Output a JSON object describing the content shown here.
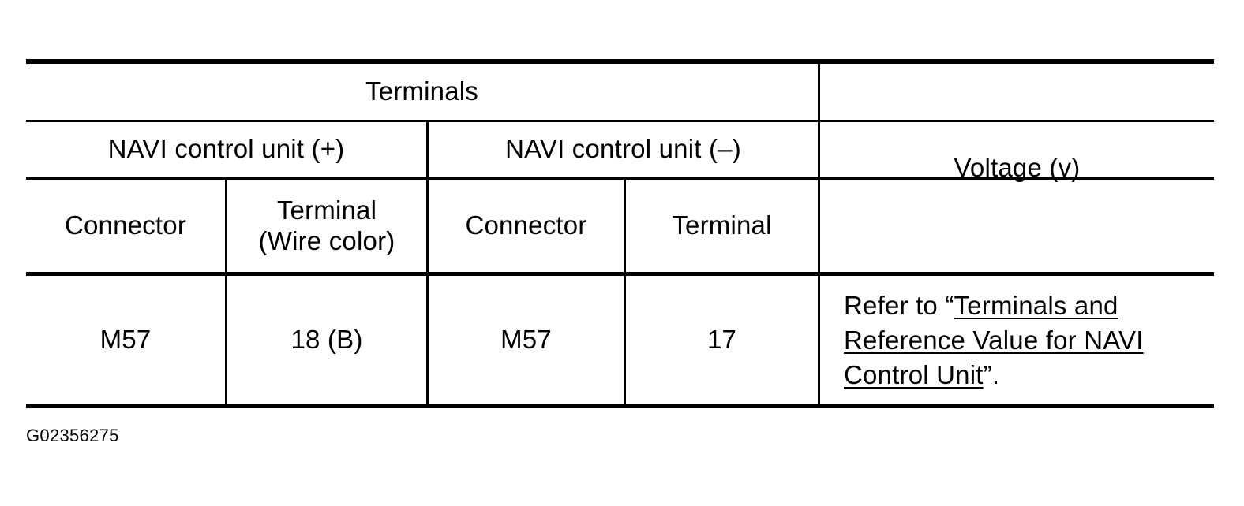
{
  "table": {
    "super_header": {
      "terminals_label": "Terminals",
      "voltage_label": "Voltage (v)"
    },
    "group_headers": [
      {
        "label": "NAVI control unit (+)"
      },
      {
        "label": "NAVI control unit (–)"
      }
    ],
    "column_headers": [
      {
        "label": "Connector"
      },
      {
        "label": "Terminal\n(Wire color)"
      },
      {
        "label": "Connector"
      },
      {
        "label": "Terminal"
      }
    ],
    "rows": [
      {
        "connector_plus": "M57",
        "terminal_plus": "18 (B)",
        "connector_minus": "M57",
        "terminal_minus": "17",
        "voltage": {
          "prefix": "Refer to “",
          "link": "Terminals and Reference Value for NAVI Control Unit",
          "suffix": "”."
        }
      }
    ]
  },
  "figure": {
    "id": "G02356275"
  },
  "colors": {
    "rule": "#000000",
    "text": "#000000",
    "background": "#ffffff"
  }
}
